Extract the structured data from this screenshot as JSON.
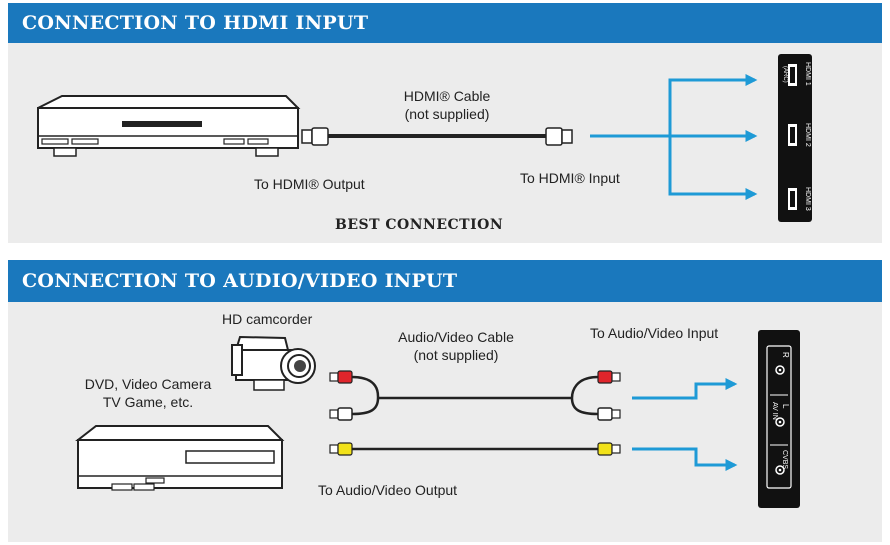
{
  "hdmi_section": {
    "title": "CONNECTION TO HDMI INPUT",
    "cable_label_line1": "HDMI® Cable",
    "cable_label_line2": "(not supplied)",
    "output_label": "To HDMI® Output",
    "input_label": "To HDMI® Input",
    "best_connection": "BEST CONNECTION",
    "ports": [
      "HDMI 1",
      "(ARC)",
      "HDMI 2",
      "HDMI 3"
    ]
  },
  "av_section": {
    "title": "CONNECTION TO AUDIO/VIDEO INPUT",
    "camcorder_label": "HD camcorder",
    "source_label_line1": "DVD, Video Camera",
    "source_label_line2": "TV Game, etc.",
    "cable_label_line1": "Audio/Video Cable",
    "cable_label_line2": "(not supplied)",
    "input_label": "To Audio/Video Input",
    "output_label": "To Audio/Video Output",
    "ports": [
      "R",
      "AV IN",
      "L",
      "CVBS"
    ]
  },
  "colors": {
    "header_blue": "#1a78bd",
    "panel_gray": "#ececec",
    "arrow_blue": "#1e9ad6",
    "plug_red": "#e0252b",
    "plug_yellow": "#f2e21a",
    "plug_white": "#ffffff"
  }
}
